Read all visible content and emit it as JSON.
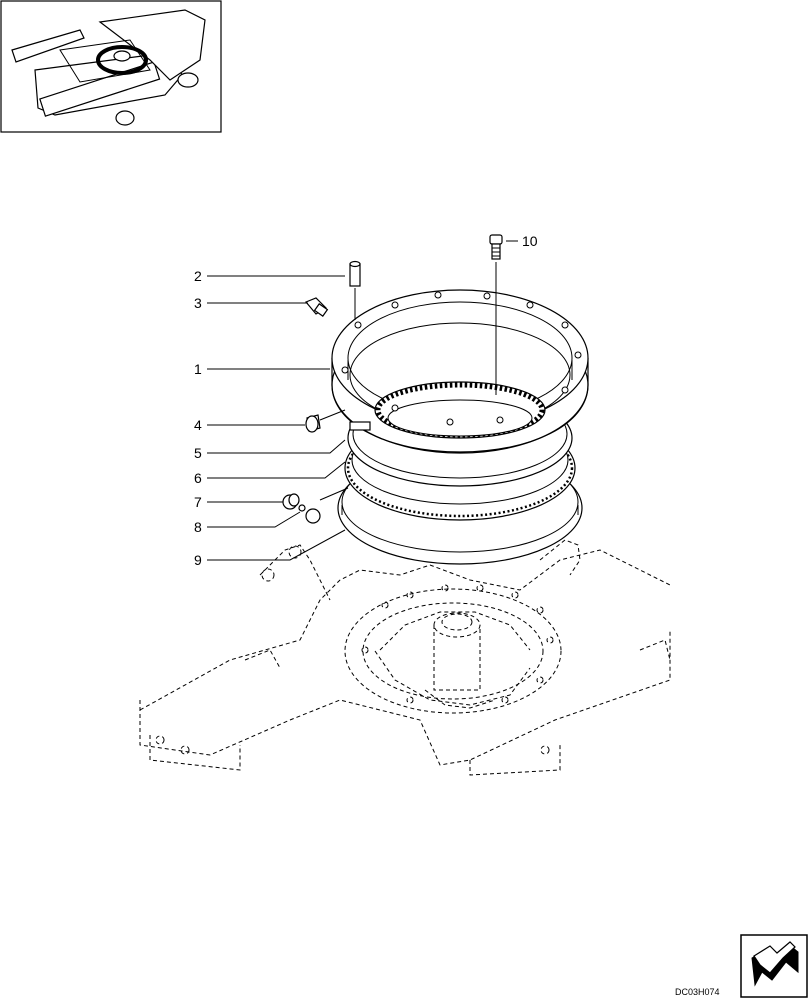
{
  "callouts": [
    {
      "id": "1",
      "text": "1"
    },
    {
      "id": "2",
      "text": "2"
    },
    {
      "id": "3",
      "text": "3"
    },
    {
      "id": "4",
      "text": "4"
    },
    {
      "id": "5",
      "text": "5"
    },
    {
      "id": "6",
      "text": "6"
    },
    {
      "id": "7",
      "text": "7"
    },
    {
      "id": "8",
      "text": "8"
    },
    {
      "id": "9",
      "text": "9"
    },
    {
      "id": "10",
      "text": "10"
    }
  ],
  "drawing_code": "DC03H074",
  "icons": {
    "locator": "excavator-locator-icon",
    "navigation": "next-page-arrow-icon"
  }
}
